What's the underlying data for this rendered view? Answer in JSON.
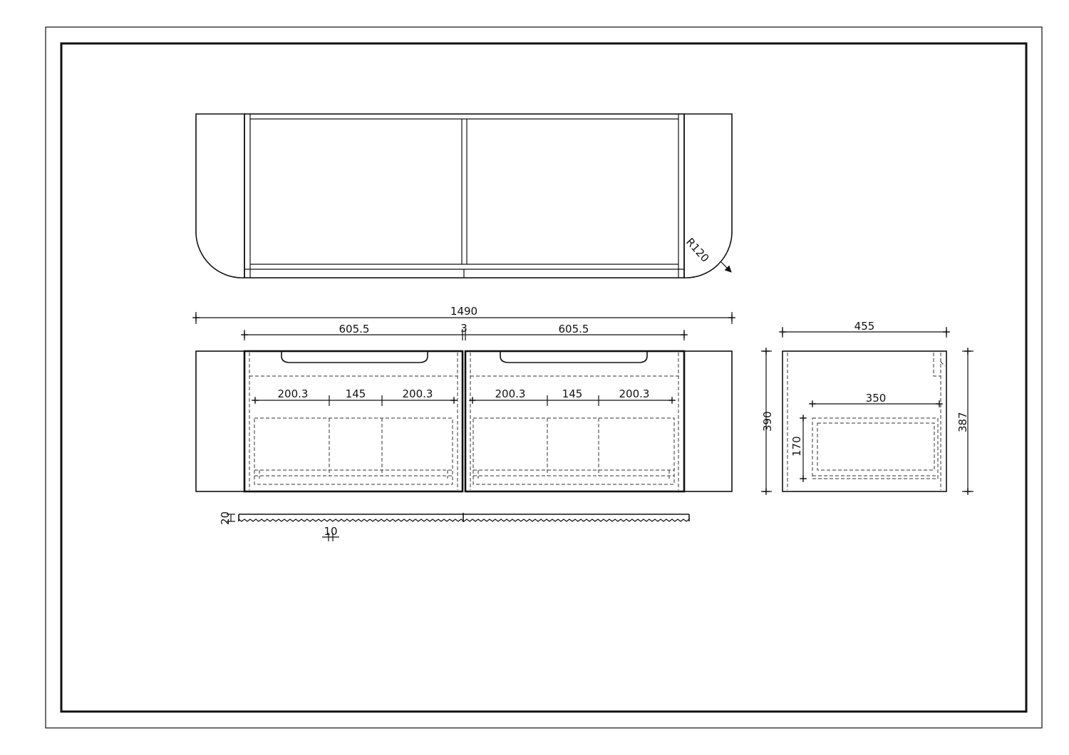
{
  "dimensions": {
    "overall_width": "1490",
    "drawer_width_left": "605.5",
    "gap": "3",
    "drawer_width_right": "605.5",
    "inner_left_1": "200.3",
    "inner_mid_1": "145",
    "inner_right_1": "200.3",
    "inner_left_2": "200.3",
    "inner_mid_2": "145",
    "inner_right_2": "200.3",
    "depth": "455",
    "inner_depth": "350",
    "height_outer": "390",
    "height_inner": "387",
    "inner_height": "170",
    "corner_radius": "R120",
    "groove_height": "20",
    "groove_pitch": "10"
  }
}
